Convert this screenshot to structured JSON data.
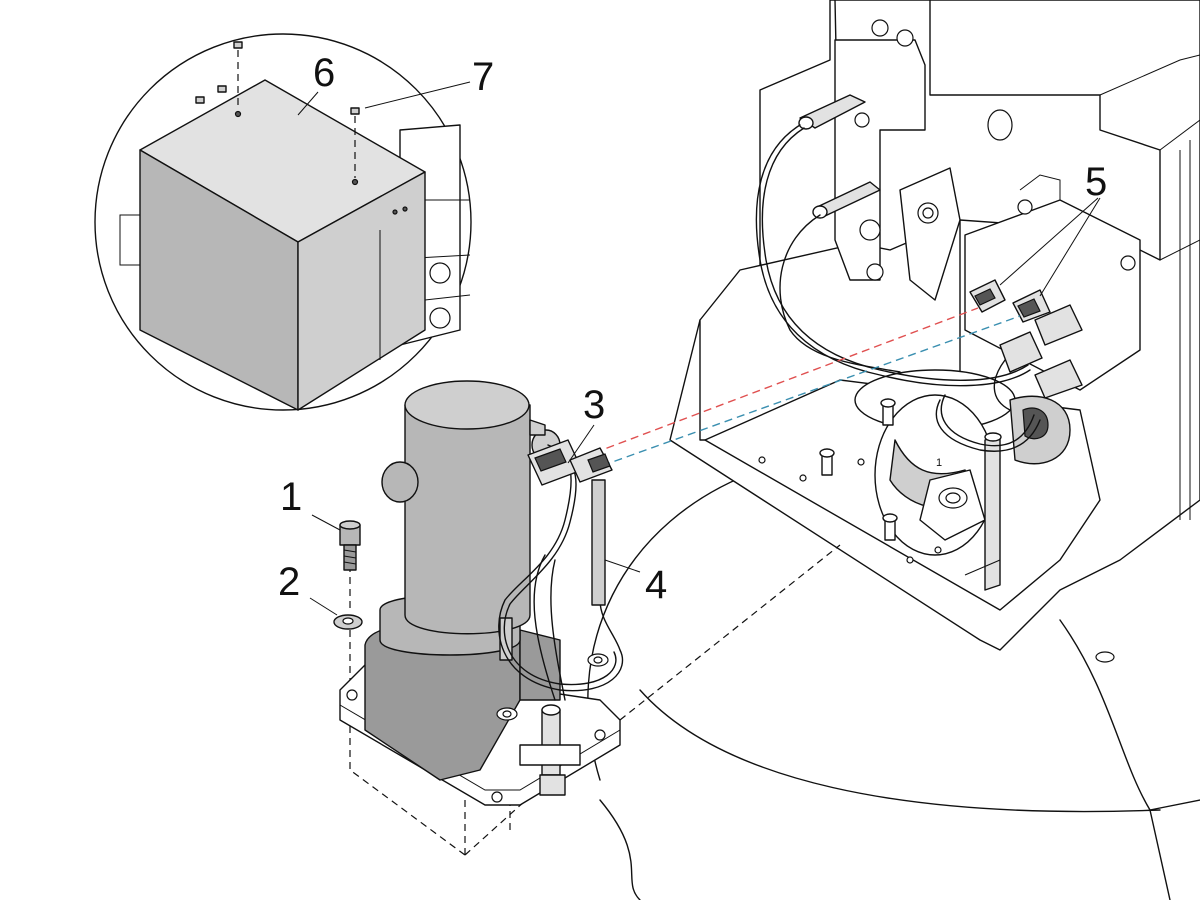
{
  "diagram": {
    "callouts": [
      {
        "id": "1",
        "label": "1"
      },
      {
        "id": "2",
        "label": "2"
      },
      {
        "id": "3",
        "label": "3"
      },
      {
        "id": "4",
        "label": "4"
      },
      {
        "id": "5",
        "label": "5"
      },
      {
        "id": "6",
        "label": "6"
      },
      {
        "id": "7",
        "label": "7"
      }
    ],
    "small_marks": {
      "center_mark": "1"
    },
    "colors": {
      "line": "#111111",
      "housing_fill": "#9a9a9a",
      "cylinder_fill": "#b7b7b7",
      "wire_red_dashed": "#e05050",
      "wire_blue_dashed": "#3a8fb0",
      "background": "#ffffff"
    }
  }
}
